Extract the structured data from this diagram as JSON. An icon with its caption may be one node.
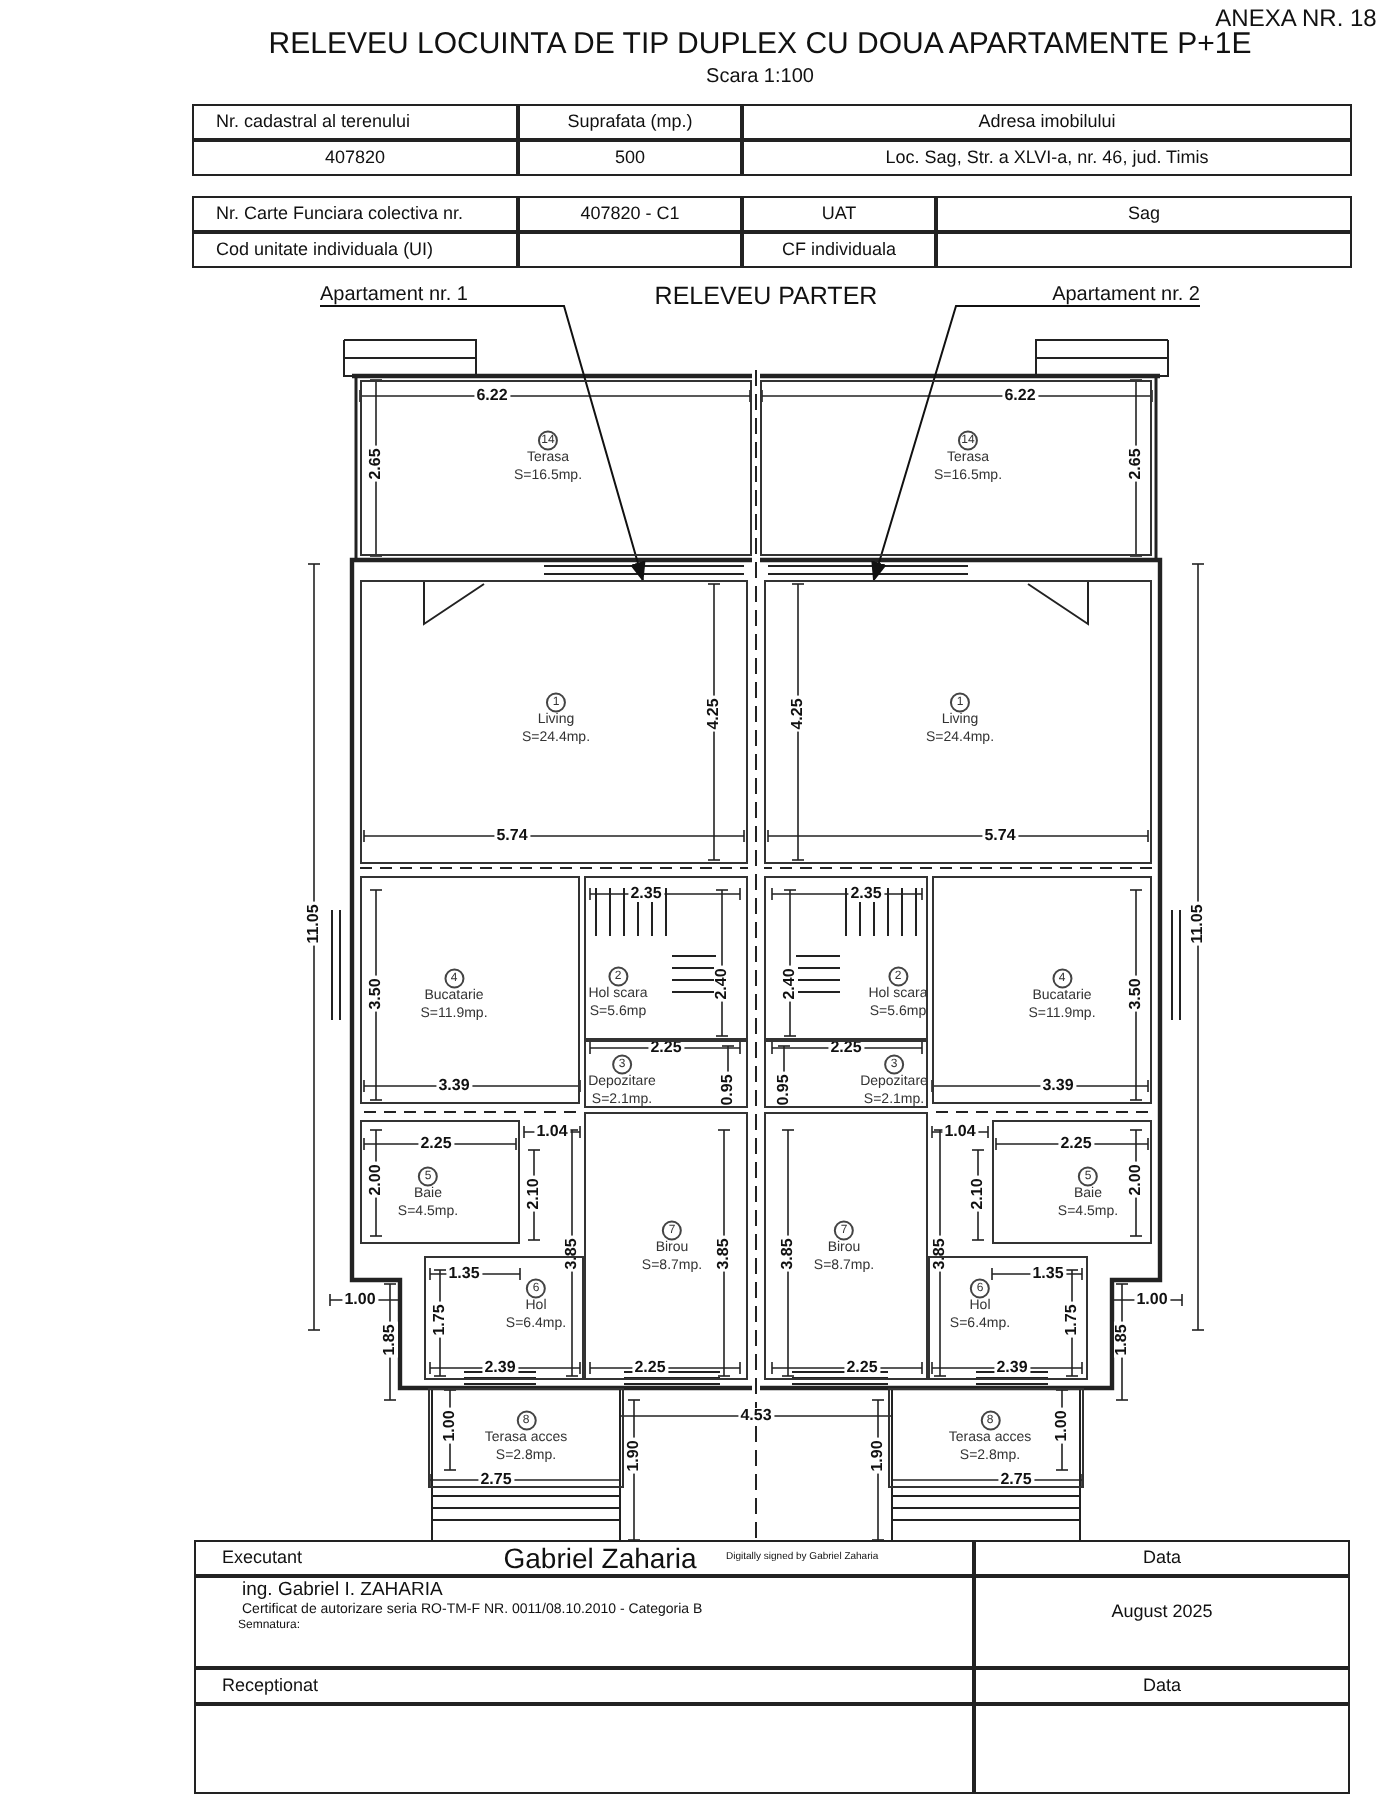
{
  "diagram": {
    "title": "RELEVEU LOCUINTA DE TIP DUPLEX CU DOUA APARTAMENTE P+1E",
    "nodes": [
      {
        "text": [
          "Apartament nr. 1"
        ]
      },
      {
        "text": [
          "Apartament nr. 2"
        ]
      },
      {
        "text": [
          "14",
          "Terasa",
          "S=16.5mp."
        ]
      },
      {
        "text": [
          "14",
          "Terasa",
          "S=16.5mp."
        ]
      },
      {
        "text": [
          "1",
          "Living",
          "S=24.4mp."
        ]
      },
      {
        "text": [
          "1",
          "Living",
          "S=24.4mp."
        ]
      },
      {
        "text": [
          "4",
          "Bucatarie",
          "S=11.9mp."
        ]
      },
      {
        "text": [
          "2",
          "Hol scara",
          "S=5.6mp"
        ]
      },
      {
        "text": [
          "2",
          "Hol scara",
          "S=5.6mp"
        ]
      },
      {
        "text": [
          "4",
          "Bucatarie",
          "S=11.9mp."
        ]
      },
      {
        "text": [
          "3",
          "Depozitare",
          "S=2.1mp."
        ]
      },
      {
        "text": [
          "3",
          "Depozitare",
          "S=2.1mp."
        ]
      },
      {
        "text": [
          "5",
          "Baie",
          "S=4.5mp."
        ]
      },
      {
        "text": [
          "7",
          "Birou",
          "S=8.7mp."
        ]
      },
      {
        "text": [
          "7",
          "Birou",
          "S=8.7mp."
        ]
      },
      {
        "text": [
          "5",
          "Baie",
          "S=4.5mp."
        ]
      },
      {
        "text": [
          "6",
          "Hol",
          "S=6.4mp."
        ]
      },
      {
        "text": [
          "6",
          "Hol",
          "S=6.4mp."
        ]
      },
      {
        "text": [
          "8",
          "Terasa acces",
          "S=2.8mp."
        ]
      },
      {
        "text": [
          "8",
          "Terasa acces",
          "S=2.8mp."
        ]
      }
    ],
    "edges": [
      {
        "from": 0,
        "to": 4,
        "arrow": "to"
      },
      {
        "from": 1,
        "to": 5,
        "arrow": "to"
      }
    ],
    "labels": [
      "ANEXA NR. 18",
      "Scara 1:100",
      "Nr. cadastral al terenului",
      "Suprafata  (mp.)",
      "Adresa imobilului",
      "407820",
      "500",
      "Loc. Sag, Str. a XLVI-a, nr. 46, jud. Timis",
      "Nr. Carte Funciara colectiva nr.",
      "407820 - C1",
      "UAT",
      "Sag",
      "Cod unitate individuala (UI)",
      "CF  individuala",
      "RELEVEU PARTER",
      "6.22",
      "6.22",
      "2.65",
      "2.65",
      "4.25",
      "4.25",
      "5.74",
      "5.74",
      "2.35",
      "2.35",
      "11.05",
      "11.05",
      "3.50",
      "2.40",
      "2.40",
      "3.50",
      "2.25",
      "2.25",
      "3.39",
      "0.95",
      "0.95",
      "3.39",
      "2.25",
      "1.04",
      "1.04",
      "2.25",
      "2.00",
      "2.10",
      "2.10",
      "2.00",
      "3.85",
      "3.85",
      "3.85",
      "3.85",
      "1.35",
      "1.35",
      "1.00",
      "1.00",
      "1.85",
      "1.75",
      "1.75",
      "1.85",
      "2.39",
      "2.25",
      "2.25",
      "2.39",
      "4.53",
      "1.00",
      "1.00",
      "1.90",
      "1.90",
      "2.75",
      "2.75",
      "Executant",
      "Data",
      "Gabriel Zaharia",
      "Digitally signed by Gabriel Zaharia",
      "ing. Gabriel I. ZAHARIA",
      "Certificat de autorizare seria RO-TM-F NR. 0011/08.10.2010 - Categoria B",
      "August 2025",
      "Semnatura:",
      "Receptionat",
      "Data"
    ]
  }
}
